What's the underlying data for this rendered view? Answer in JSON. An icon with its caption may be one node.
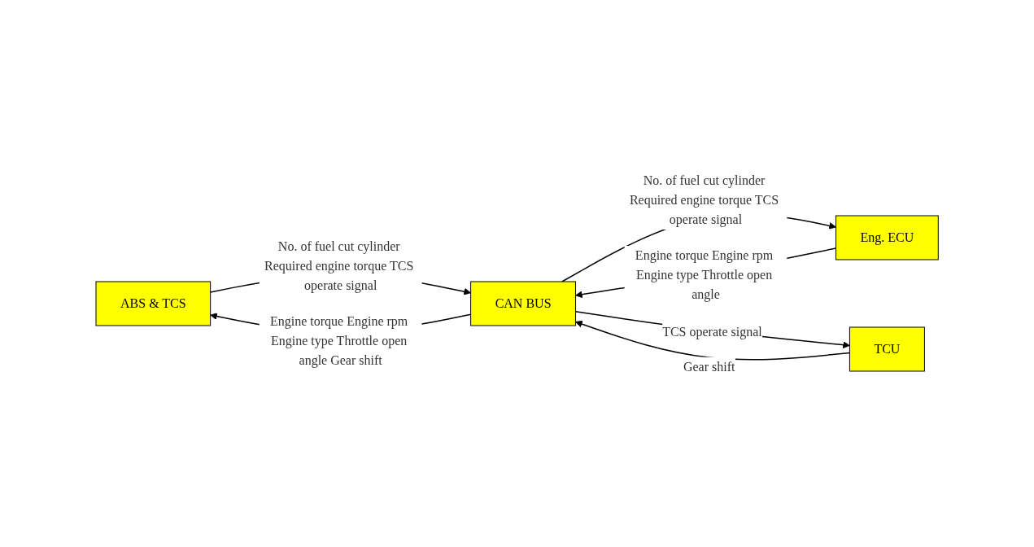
{
  "diagram": {
    "nodes": [
      {
        "text": [
          "ABS & TCS"
        ]
      },
      {
        "text": [
          "CAN BUS"
        ]
      },
      {
        "text": [
          "Eng. ECU"
        ]
      },
      {
        "text": [
          "TCU"
        ]
      }
    ],
    "edges": [
      {
        "from": 1,
        "to": 0,
        "arrow": "to",
        "label": "Engine torque Engine rpm Engine type Throttle open angle Gear shift"
      },
      {
        "from": 0,
        "to": 1,
        "arrow": "to",
        "label": "No. of fuel cut cylinder Required engine torque TCS operate signal"
      },
      {
        "from": 2,
        "to": 1,
        "arrow": "to",
        "label": "Engine torque Engine rpm Engine type Throttle open angle"
      },
      {
        "from": 1,
        "to": 2,
        "arrow": "to",
        "label": "No. of fuel cut cylinder Required engine torque TCS operate signal"
      },
      {
        "from": 3,
        "to": 1,
        "arrow": "to",
        "label": "Gear shift"
      },
      {
        "from": 1,
        "to": 3,
        "arrow": "to",
        "label": "TCS operate signal"
      }
    ]
  }
}
